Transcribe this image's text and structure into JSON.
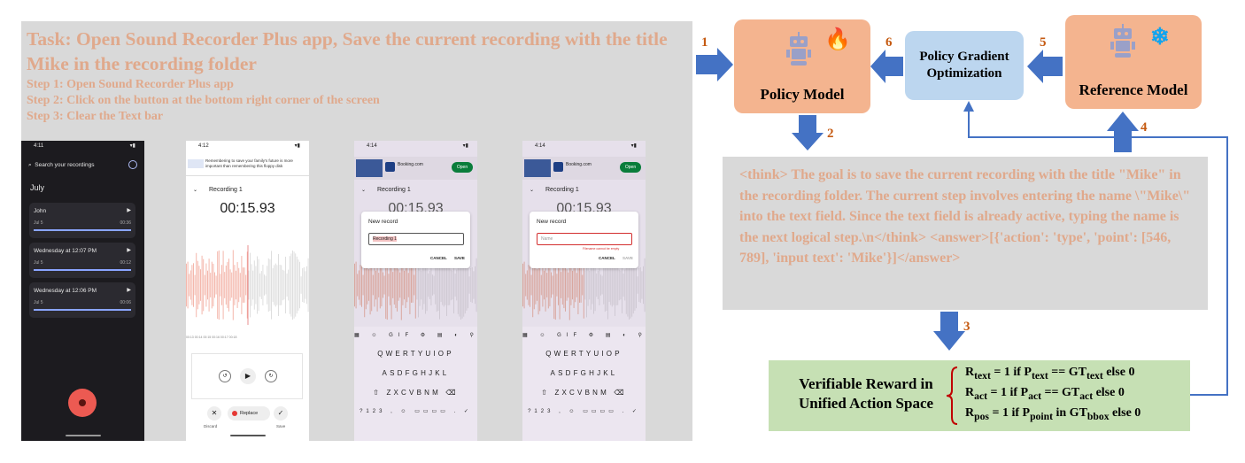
{
  "task": {
    "title": "Task: Open Sound Recorder Plus app, Save the current recording with the title Mike in the recording folder",
    "steps": [
      "Step 1: Open Sound Recorder Plus app",
      "Step 2: Click on the button at the bottom right corner of the screen",
      "Step 3: Clear the Text bar"
    ]
  },
  "screens": {
    "home": {
      "time": "4:11",
      "search_placeholder": "Search your recordings",
      "month": "July",
      "recordings": [
        {
          "name": "John",
          "date": "Jul 5",
          "duration": "00:36"
        },
        {
          "name": "Wednesday at 12:07 PM",
          "date": "Jul 5",
          "duration": "00:12"
        },
        {
          "name": "Wednesday at 12:06 PM",
          "date": "Jul 5",
          "duration": "00:06"
        }
      ]
    },
    "recorder": {
      "time": "4:12",
      "ad_text": "Remembering to save your family's future is more important than remembering this floppy disk",
      "recording_name": "Recording 1",
      "timer": "00:15.93",
      "ticks": "00:13   00:14   00:15   00:16   00:17   00:18",
      "replace_label": "Replace",
      "discard_label": "Discard",
      "save_label": "Save"
    },
    "dialog1": {
      "time": "4:14",
      "ad_name": "Booking.com",
      "open_label": "Open",
      "title": "New record",
      "input_value": "Recording 1",
      "cancel": "CANCEL",
      "save": "SAVE"
    },
    "dialog2": {
      "time": "4:14",
      "ad_name": "Booking.com",
      "open_label": "Open",
      "title": "New record",
      "input_placeholder": "Name",
      "error": "Filename cannot be empty",
      "cancel": "CANCEL",
      "save": "SAVE"
    },
    "keyboard": {
      "row1": "QWERTYUIOP",
      "row2": "ASDFGHJKL",
      "row3": "ZXCVBNM",
      "sym": "?123",
      "gif": "GIF"
    }
  },
  "diagram": {
    "policy_model": "Policy Model",
    "reference_model": "Reference Model",
    "pgo_line1": "Policy Gradient",
    "pgo_line2": "Optimization",
    "think_text": "<think> The goal is to save the current recording with the title \"Mike\" in the recording folder. The current step involves entering the name \\\"Mike\\\" into the text field. Since the text field is already active, typing the name is the next logical step.\\n</think> <answer>[{'action': 'type', 'point': [546, 789], 'input text': 'Mike'}]</answer>",
    "reward_title": "Verifiable Reward in Unified Action Space",
    "steps": [
      "1",
      "2",
      "3",
      "4",
      "5",
      "6"
    ],
    "icons": [
      "robot-icon",
      "flame-icon",
      "snowflake-icon"
    ],
    "colors": {
      "model_box": "#f4b48f",
      "pgo_box": "#bcd6ef",
      "think_bg": "#d9d9d9",
      "think_text": "#e0a98c",
      "reward_bg": "#c6e0b4",
      "arrow": "#4472c4",
      "step_number": "#c55a11"
    }
  }
}
